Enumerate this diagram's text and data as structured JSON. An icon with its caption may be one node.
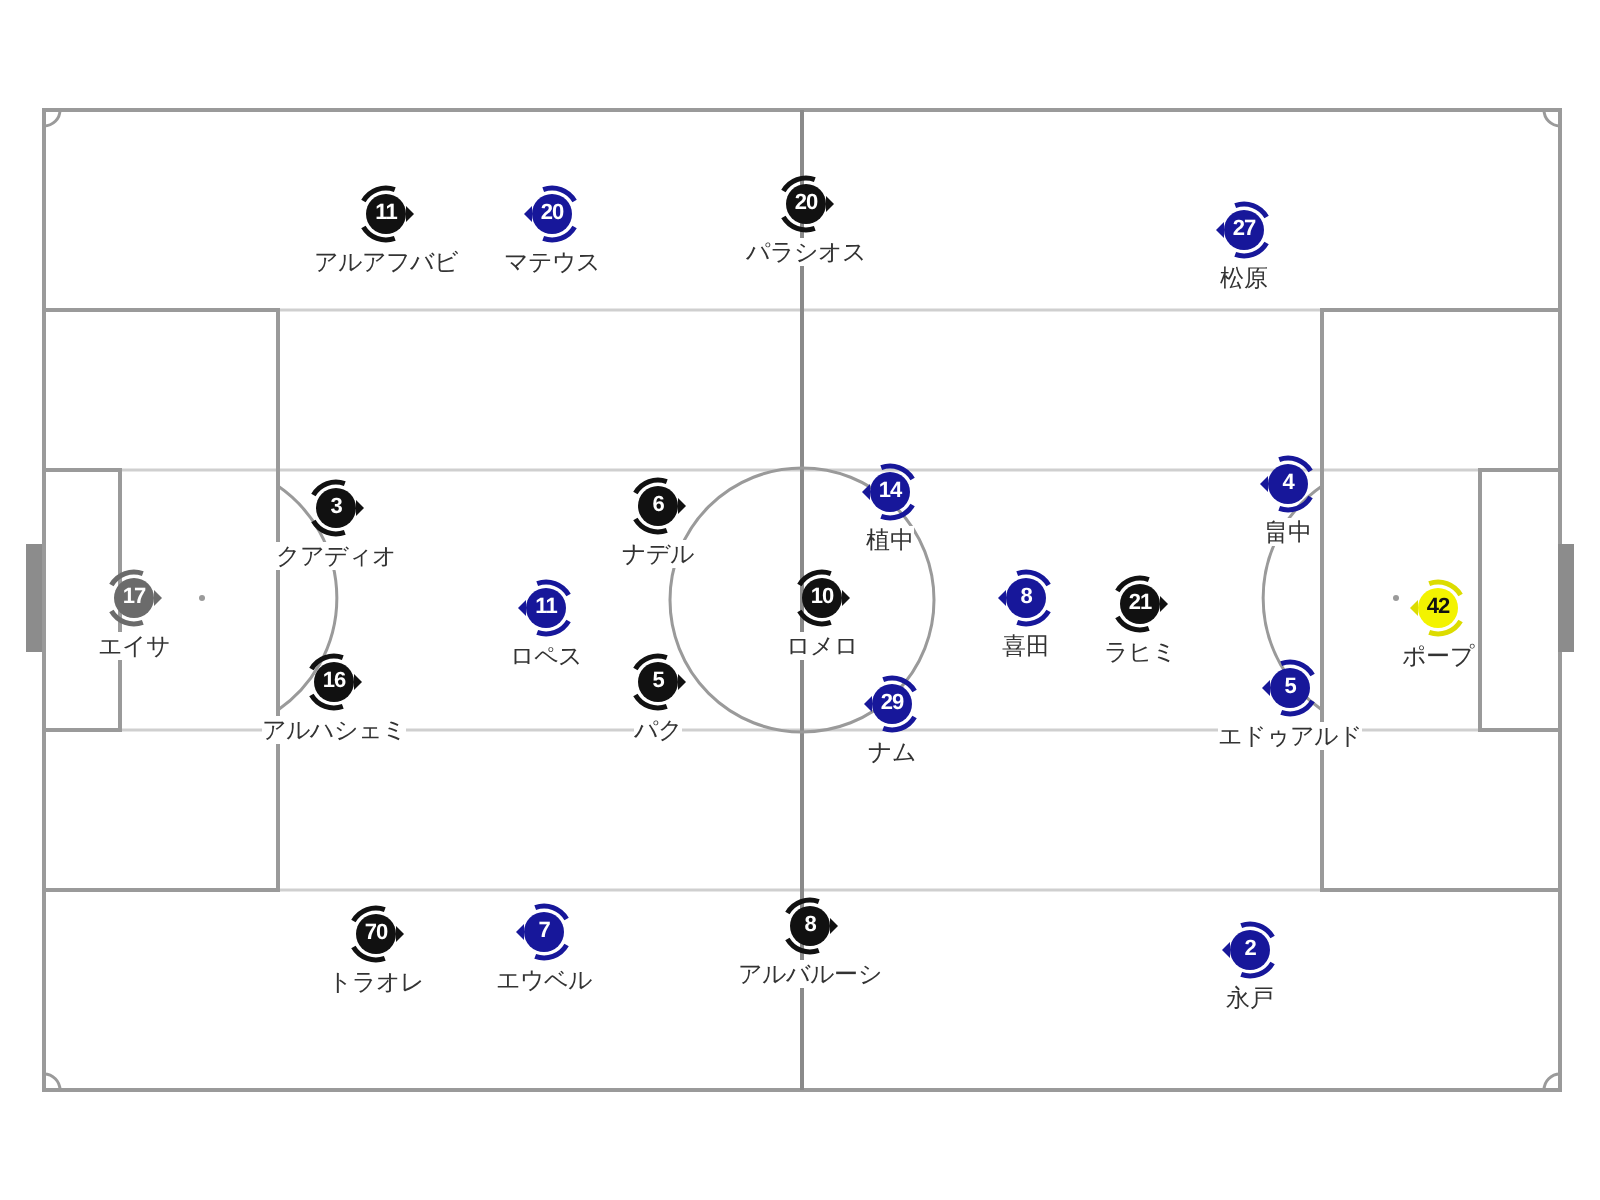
{
  "diagram": {
    "nodes": [
      {
        "text": [
          "11"
        ],
        "beside": [
          "アルアフバビ"
        ]
      },
      {
        "text": [
          "20"
        ],
        "beside": [
          "マテウス"
        ]
      },
      {
        "text": [
          "20"
        ],
        "beside": [
          "パラシオス"
        ]
      },
      {
        "text": [
          "27"
        ],
        "beside": [
          "松原"
        ]
      },
      {
        "text": [
          "3"
        ],
        "beside": [
          "クアディオ"
        ]
      },
      {
        "text": [
          "6"
        ],
        "beside": [
          "ナデル"
        ]
      },
      {
        "text": [
          "14"
        ],
        "beside": [
          "植中"
        ]
      },
      {
        "text": [
          "4"
        ],
        "beside": [
          "畠中"
        ]
      },
      {
        "text": [
          "17"
        ],
        "beside": [
          "エイサ"
        ]
      },
      {
        "text": [
          "11"
        ],
        "beside": [
          "ロペス"
        ]
      },
      {
        "text": [
          "10"
        ],
        "beside": [
          "ロメロ"
        ]
      },
      {
        "text": [
          "8"
        ],
        "beside": [
          "喜田"
        ]
      },
      {
        "text": [
          "21"
        ],
        "beside": [
          "ラヒミ"
        ]
      },
      {
        "text": [
          "42"
        ],
        "beside": [
          "ポープ"
        ]
      },
      {
        "text": [
          "16"
        ],
        "beside": [
          "アルハシェミ"
        ]
      },
      {
        "text": [
          "5"
        ],
        "beside": [
          "パク"
        ]
      },
      {
        "text": [
          "29"
        ],
        "beside": [
          "ナム"
        ]
      },
      {
        "text": [
          "5"
        ],
        "beside": [
          "エドゥアルド"
        ]
      },
      {
        "text": [
          "70"
        ],
        "beside": [
          "トラオレ"
        ]
      },
      {
        "text": [
          "7"
        ],
        "beside": [
          "エウベル"
        ]
      },
      {
        "text": [
          "8"
        ],
        "beside": [
          "アルバルーシ"
        ]
      },
      {
        "text": [
          "2"
        ],
        "beside": [
          "永戸"
        ]
      }
    ]
  }
}
